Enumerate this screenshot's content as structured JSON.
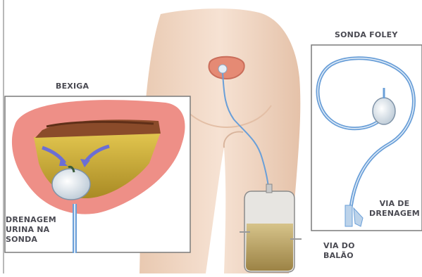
{
  "labels": {
    "bladder_title": "BEXIGA",
    "foley_title": "SONDA FOLEY",
    "drainage_urine": [
      "DRENAGEM",
      "URINA NA",
      "SONDA"
    ],
    "drainage_way": [
      "VIA DE",
      "DRENAGEM"
    ],
    "balloon_way": [
      "VIA DO",
      "BALÃO"
    ]
  },
  "colors": {
    "skin": "#f1d8c4",
    "bladder_wall": "#ee8f87",
    "urine": "#c9a93a",
    "catheter": "#6a9fd8",
    "arrow": "#6b6ed4"
  }
}
